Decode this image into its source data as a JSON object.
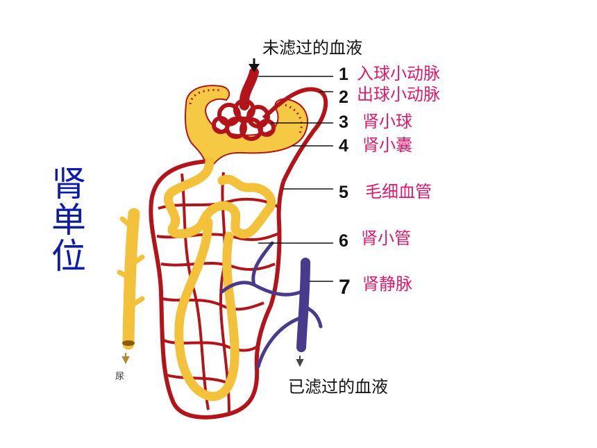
{
  "diagram": {
    "side_title": "肾单位",
    "top_caption": "未滤过的血液",
    "bottom_caption": "已滤过的血液",
    "urine_label": "尿",
    "colors": {
      "artery": "#b3141a",
      "tubule": "#f7c63a",
      "vein": "#4a3a8c",
      "label": "#e0186c",
      "side_title": "#0b1ca8"
    },
    "parts": [
      {
        "num": "1",
        "label": "入球小动脉"
      },
      {
        "num": "2",
        "label": "出球小动脉"
      },
      {
        "num": "3",
        "label": "肾小球"
      },
      {
        "num": "4",
        "label": "肾小囊"
      },
      {
        "num": "5",
        "label": "毛细血管"
      },
      {
        "num": "6",
        "label": "肾小管"
      },
      {
        "num": "7",
        "label": "肾静脉"
      }
    ]
  }
}
